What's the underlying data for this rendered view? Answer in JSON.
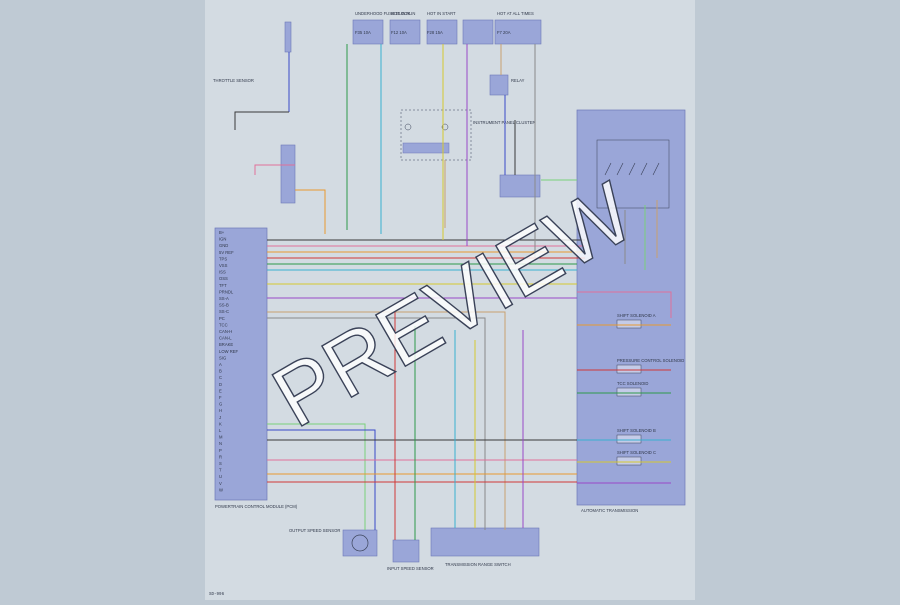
{
  "colors": {
    "page_bg": "#bfcad4",
    "sheet_bg": "#d3dbe2",
    "module_fill": "#9aa6d8",
    "module_stroke": "#6e78b8",
    "line_dark": "#3a4258",
    "watermark": "#ffffff"
  },
  "watermark": {
    "text": "PREVIEW"
  },
  "footer": {
    "page_code": "SD-996"
  },
  "diagram": {
    "fuses_top": [
      {
        "label": "UNDERHOOD FUSE BLOCK",
        "sub": "F35 10A"
      },
      {
        "label": "HOT IN RUN",
        "sub": "F12 10A"
      },
      {
        "label": "HOT IN START",
        "sub": "F28 15A"
      },
      {
        "label": "HOT AT ALL TIMES",
        "sub": "F7 20A"
      }
    ],
    "modules": {
      "pcm": {
        "label": "POWERTRAIN CONTROL MODULE (PCM)"
      },
      "tcm": {
        "label": "AUTOMATIC TRANSMISSION"
      },
      "range_switch": {
        "label": "TRANSMISSION RANGE SWITCH"
      },
      "relay_block": {
        "label": "RELAY"
      },
      "output_sensor": {
        "label": "OUTPUT SPEED SENSOR"
      },
      "input_sensor": {
        "label": "INPUT SPEED SENSOR"
      },
      "throttle": {
        "label": "THROTTLE SENSOR"
      },
      "ipc": {
        "label": "INSTRUMENT PANEL CLUSTER"
      }
    },
    "solenoids": [
      {
        "label": "SHIFT SOLENOID A"
      },
      {
        "label": "PRESSURE CONTROL SOLENOID"
      },
      {
        "label": "TCC SOLENOID"
      },
      {
        "label": "SHIFT SOLENOID B"
      },
      {
        "label": "SHIFT SOLENOID C"
      }
    ],
    "pcm_pins": [
      "B+",
      "IGN",
      "GND",
      "5V REF",
      "TPS",
      "VSS",
      "ISS",
      "OSS",
      "TFT",
      "PRNDL",
      "SS-A",
      "SS-B",
      "SS-C",
      "PC",
      "TCC",
      "CAN-H",
      "CAN-L",
      "BRAKE",
      "LOW REF",
      "SIG",
      "A",
      "B",
      "C",
      "D",
      "E",
      "F",
      "G",
      "H",
      "J",
      "K",
      "L",
      "M",
      "N",
      "P",
      "R",
      "S",
      "T",
      "U",
      "V",
      "W"
    ],
    "wires": [
      {
        "code": "BLK/WHT",
        "color": "#3a3a3a"
      },
      {
        "code": "PNK",
        "color": "#e0709a"
      },
      {
        "code": "ORG",
        "color": "#e89a30"
      },
      {
        "code": "RED",
        "color": "#d03838"
      },
      {
        "code": "DK GRN",
        "color": "#2e9a4a"
      },
      {
        "code": "LT BLU",
        "color": "#38b0d0"
      },
      {
        "code": "YEL",
        "color": "#d6c830"
      },
      {
        "code": "PPL",
        "color": "#9a48c8"
      },
      {
        "code": "TAN",
        "color": "#c8a070"
      },
      {
        "code": "GRY",
        "color": "#8a8a8a"
      },
      {
        "code": "LT GRN",
        "color": "#7ad07a"
      },
      {
        "code": "DK BLU",
        "color": "#3a48c8"
      }
    ]
  }
}
